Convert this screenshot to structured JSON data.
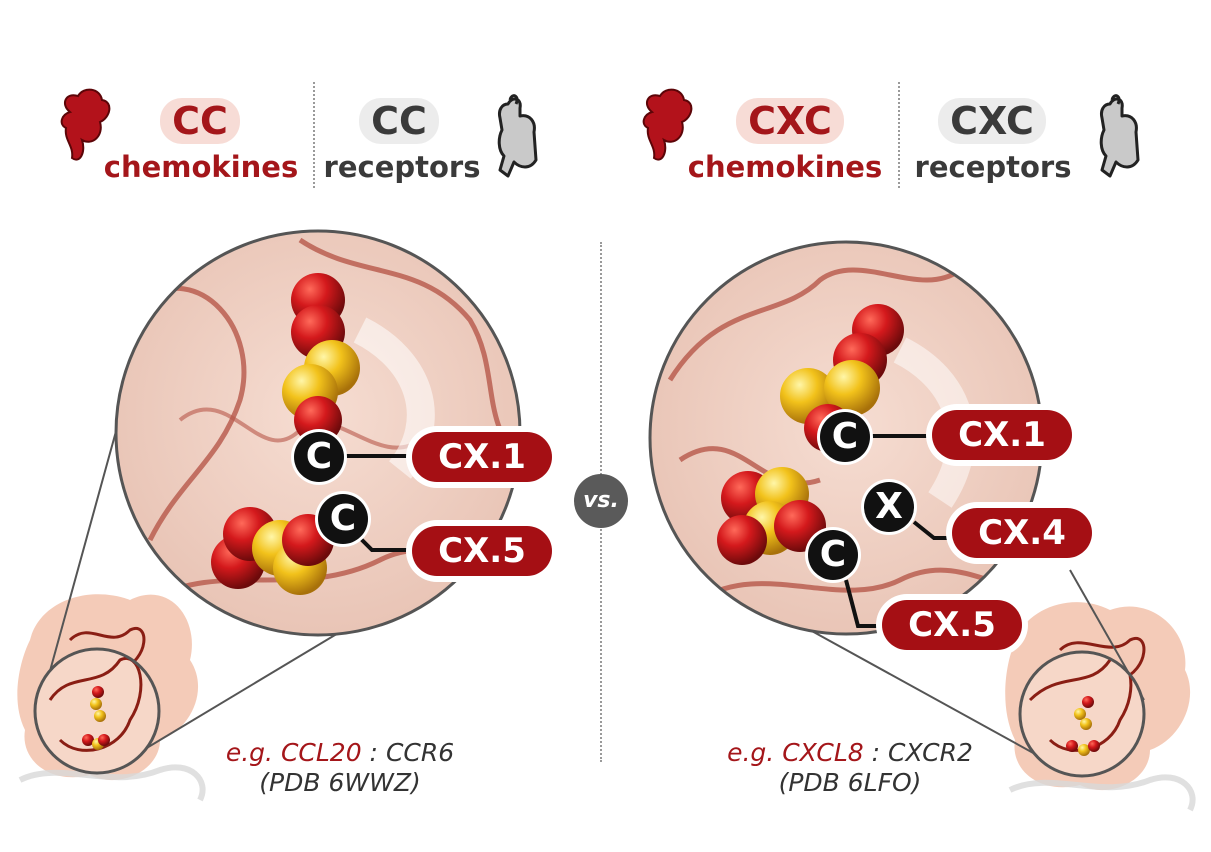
{
  "left": {
    "header_chemokine_short": "CC",
    "header_chemokine_word": "chemokines",
    "header_receptor_short": "CC",
    "header_receptor_word": "receptors",
    "cys1": "C",
    "cys2": "C",
    "label1": "CX.1",
    "label2": "CX.5",
    "caption_eg": "e.g.",
    "caption_ligand": "CCL20",
    "caption_sep": " : ",
    "caption_receptor": "CCR6",
    "caption_pdb": "(PDB 6WWZ)"
  },
  "right": {
    "header_chemokine_short": "CXC",
    "header_chemokine_word": "chemokines",
    "header_receptor_short": "CXC",
    "header_receptor_word": "receptors",
    "cys1": "C",
    "x": "X",
    "cys2": "C",
    "label1": "CX.1",
    "label2": "CX.4",
    "label3": "CX.5",
    "caption_eg": "e.g.",
    "caption_ligand": "CXCL8",
    "caption_sep": " : ",
    "caption_receptor": "CXCR2",
    "caption_pdb": "(PDB 6LFO)"
  },
  "center": {
    "vs_label": "vs."
  },
  "colors": {
    "accent_red": "#a50f14",
    "pill_red": "#f7dcd6",
    "pill_grey": "#ececec",
    "sulfur_yellow": "#f2c21b",
    "oxygen_red": "#c8171b",
    "receptor_grey": "#c9c9c9"
  },
  "icons": [
    "chemokine-blob-icon",
    "receptor-icon"
  ]
}
